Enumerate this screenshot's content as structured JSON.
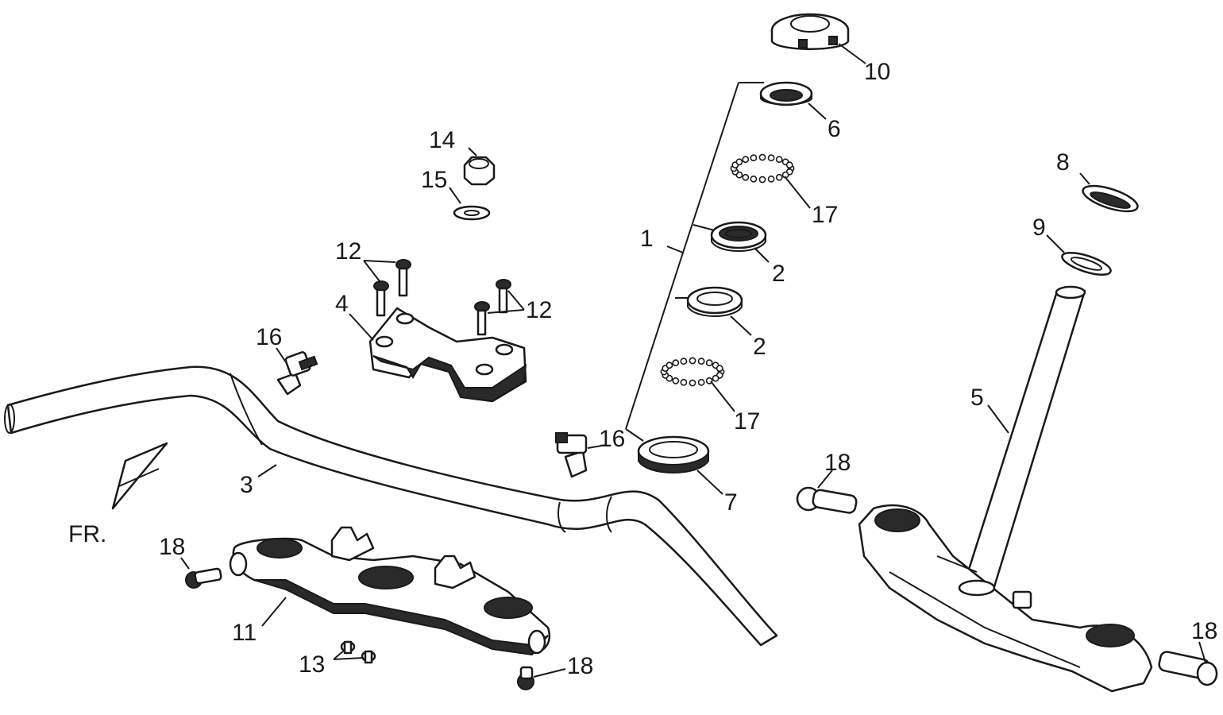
{
  "diagram": {
    "direction_label": "FR.",
    "callouts": {
      "c1": "1",
      "c2a": "2",
      "c2b": "2",
      "c3": "3",
      "c4": "4",
      "c5": "5",
      "c6": "6",
      "c7": "7",
      "c8": "8",
      "c9": "9",
      "c10": "10",
      "c11": "11",
      "c12a": "12",
      "c12b": "12",
      "c13": "13",
      "c14": "14",
      "c15": "15",
      "c16a": "16",
      "c16b": "16",
      "c17a": "17",
      "c17b": "17",
      "c18a": "18",
      "c18b": "18",
      "c18c": "18",
      "c18d": "18"
    }
  }
}
